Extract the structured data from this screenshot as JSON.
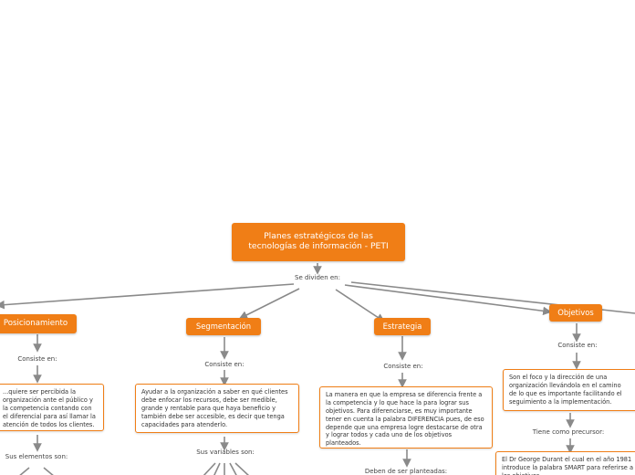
{
  "root": {
    "title": "Planes estratégicos de las tecnologías de información - PETI"
  },
  "root_link": "Se dividen en:",
  "branches": {
    "posicionamiento": {
      "title": "Posicionamiento",
      "link1": "Consiste en:",
      "text": "...quiere ser percibida la organización ante el público y la competencia contando con el diferencial para así llamar la atención de todos los clientes.",
      "link2": "Sus elementos son:"
    },
    "segmentacion": {
      "title": "Segmentación",
      "link1": "Consiste en:",
      "text": "Ayudar a la organización a saber en qué clientes debe enfocar los recursos, debe ser medible, grande y rentable para que haya beneficio y también debe ser accesible, es decir que tenga capacidades para atenderlo.",
      "link2": "Sus variables son:"
    },
    "estrategia": {
      "title": "Estrategia",
      "link1": "Consiste en:",
      "text": "La manera en que la empresa se diferencia frente a la competencia y lo que hace la para lograr sus objetivos. Para diferenciarse, es muy importante tener en cuenta la palabra DIFERENCIA pues, de eso depende que una empresa logre destacarse de otra y lograr todos y cada uno de los objetivos planteados.",
      "link2": "Deben de ser planteadas:"
    },
    "objetivos": {
      "title": "Objetivos",
      "link1": "Consiste en:",
      "text": "Son el foco y la dirección de una organización llevándola en el camino de lo que es importante facilitando el seguimiento a la implementación.",
      "link2": "Tiene como precursor:",
      "text2": "El Dr George Durant el cual en el año 1981 introduce la palabra SMART para referirse a los objetivos..."
    }
  }
}
